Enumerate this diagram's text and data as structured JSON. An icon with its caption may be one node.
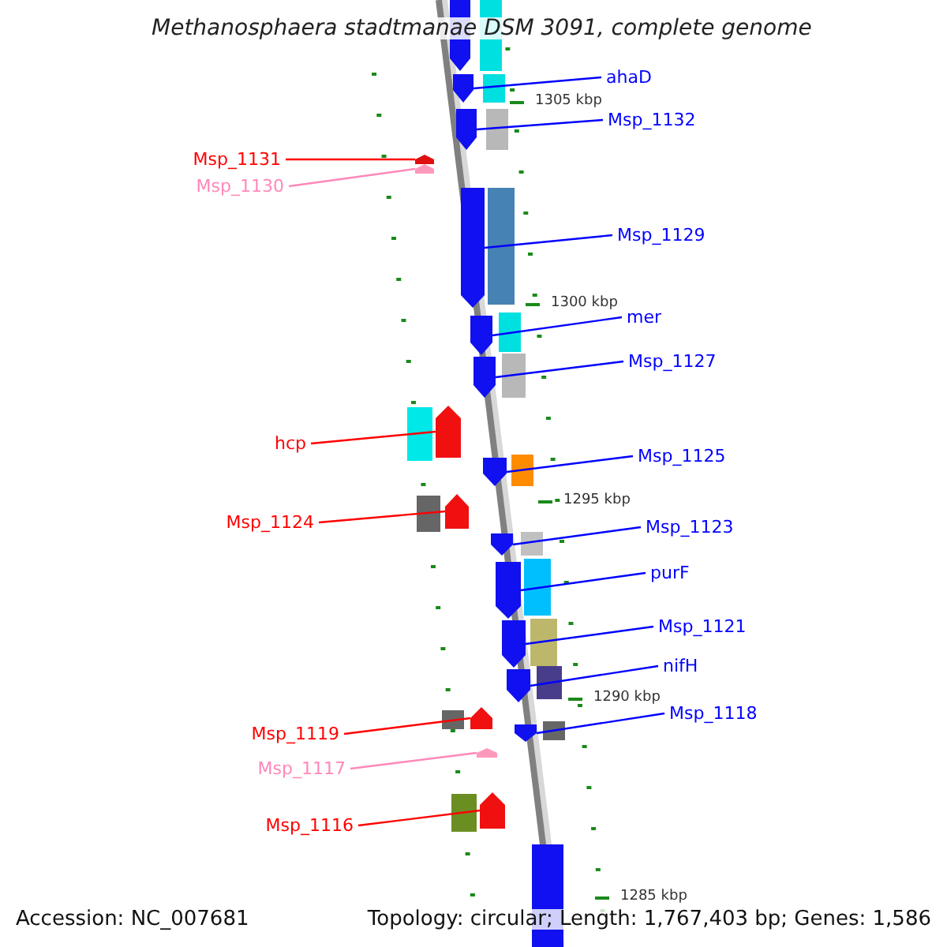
{
  "diagram": {
    "title": "Methanosphaera stadtmanae DSM 3091, complete genome",
    "nodes": [
      {
        "text": [
          "ahaD"
        ]
      },
      {
        "text": [
          "Msp_1132"
        ]
      },
      {
        "text": [
          "Msp_1131"
        ]
      },
      {
        "text": [
          "Msp_1130"
        ]
      },
      {
        "text": [
          "Msp_1129"
        ]
      },
      {
        "text": [
          "mer"
        ]
      },
      {
        "text": [
          "Msp_1127"
        ]
      },
      {
        "text": [
          "hcp"
        ]
      },
      {
        "text": [
          "Msp_1125"
        ]
      },
      {
        "text": [
          "Msp_1124"
        ]
      },
      {
        "text": [
          "Msp_1123"
        ]
      },
      {
        "text": [
          "purF"
        ]
      },
      {
        "text": [
          "Msp_1121"
        ]
      },
      {
        "text": [
          "nifH"
        ]
      },
      {
        "text": [
          "Msp_1118"
        ]
      },
      {
        "text": [
          "Msp_1119"
        ]
      },
      {
        "text": [
          "Msp_1117"
        ]
      },
      {
        "text": [
          "Msp_1116"
        ]
      },
      {
        "text": [],
        "shape": "pentagon"
      },
      {
        "text": [],
        "shape": "pentagon"
      },
      {
        "text": [],
        "shape": "pentagon"
      },
      {
        "text": [],
        "shape": "pentagon"
      },
      {
        "text": [],
        "shape": "pentagon"
      },
      {
        "text": [],
        "shape": "pentagon"
      },
      {
        "text": [],
        "shape": "pentagon"
      },
      {
        "text": [],
        "shape": "pentagon"
      },
      {
        "text": [],
        "shape": "pentagon"
      },
      {
        "text": [],
        "shape": "pentagon"
      },
      {
        "text": [],
        "shape": "pentagon"
      },
      {
        "text": [],
        "shape": "pentagon"
      },
      {
        "text": [],
        "shape": "pentagon"
      },
      {
        "text": [],
        "shape": "pentagon"
      },
      {
        "text": [],
        "shape": "pentagon"
      },
      {
        "text": [],
        "shape": "pentagon"
      },
      {
        "text": [],
        "shape": "pentagon"
      },
      {
        "text": [],
        "shape": "pentagon"
      }
    ],
    "edges": [
      {
        "from": 0,
        "to": 18,
        "arrow": "none"
      },
      {
        "from": 1,
        "to": 19,
        "arrow": "none"
      },
      {
        "from": 2,
        "to": 20,
        "arrow": "none",
        "color": "#ff0000"
      },
      {
        "from": 3,
        "to": 21,
        "arrow": "none",
        "color": "#ff88bb"
      },
      {
        "from": 4,
        "to": 22,
        "arrow": "none"
      },
      {
        "from": 5,
        "to": 23,
        "arrow": "none"
      },
      {
        "from": 6,
        "to": 24,
        "arrow": "none"
      },
      {
        "from": 7,
        "to": 25,
        "arrow": "none",
        "color": "#ff0000"
      },
      {
        "from": 8,
        "to": 26,
        "arrow": "none"
      },
      {
        "from": 9,
        "to": 27,
        "arrow": "none",
        "color": "#ff0000"
      },
      {
        "from": 10,
        "to": 28,
        "arrow": "none"
      },
      {
        "from": 11,
        "to": 29,
        "arrow": "none"
      },
      {
        "from": 12,
        "to": 30,
        "arrow": "none"
      },
      {
        "from": 13,
        "to": 31,
        "arrow": "none"
      },
      {
        "from": 14,
        "to": 32,
        "arrow": "none"
      },
      {
        "from": 15,
        "to": 33,
        "arrow": "none",
        "color": "#ff0000"
      },
      {
        "from": 16,
        "to": 34,
        "arrow": "none",
        "color": "#ff88bb"
      },
      {
        "from": 17,
        "to": 35,
        "arrow": "none",
        "color": "#ff0000"
      }
    ],
    "labels": [
      "1305 kbp",
      "1300 kbp",
      "1295 kbp",
      "1290 kbp",
      "1285 kbp",
      "Accession: NC_007681",
      "Topology: circular; Length: 1,767,403 bp; Genes: 1,586"
    ]
  }
}
